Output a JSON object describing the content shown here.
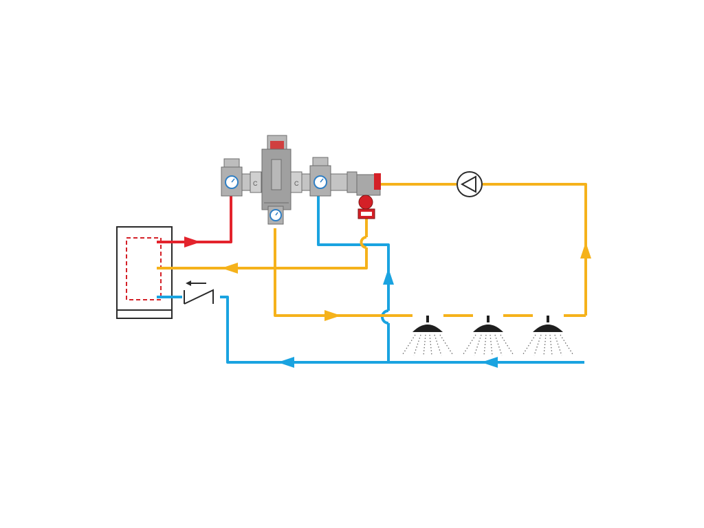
{
  "colors": {
    "hot": "#e3232c",
    "cold": "#1aa3e0",
    "mixed": "#f5b21b",
    "valve_body": "#a8a8a8",
    "valve_dark": "#6b6b6b",
    "gauge": "#2f7fc4",
    "heater_outline": "#2a2a2a",
    "shower": "#1f1f1f",
    "accent_red": "#d42027"
  },
  "components": {
    "heater": {
      "icon": "water-heater-icon"
    },
    "mixing_valve": {
      "icon": "thermostatic-mixing-valve-icon"
    },
    "hot_inlet_valve": {
      "icon": "gauge-valve-icon"
    },
    "cold_inlet_valve": {
      "icon": "gauge-valve-icon"
    },
    "return_valve": {
      "icon": "balancing-valve-icon"
    },
    "pump": {
      "icon": "circulation-pump-icon"
    },
    "check_valve": {
      "icon": "check-valve-icon"
    },
    "showers": {
      "count": 3,
      "icon": "shower-head-icon"
    }
  },
  "flows": [
    {
      "id": "hot-supply",
      "color_key": "hot"
    },
    {
      "id": "mixed-supply",
      "color_key": "mixed"
    },
    {
      "id": "mixed-return",
      "color_key": "mixed"
    },
    {
      "id": "cold-supply",
      "color_key": "cold"
    }
  ]
}
